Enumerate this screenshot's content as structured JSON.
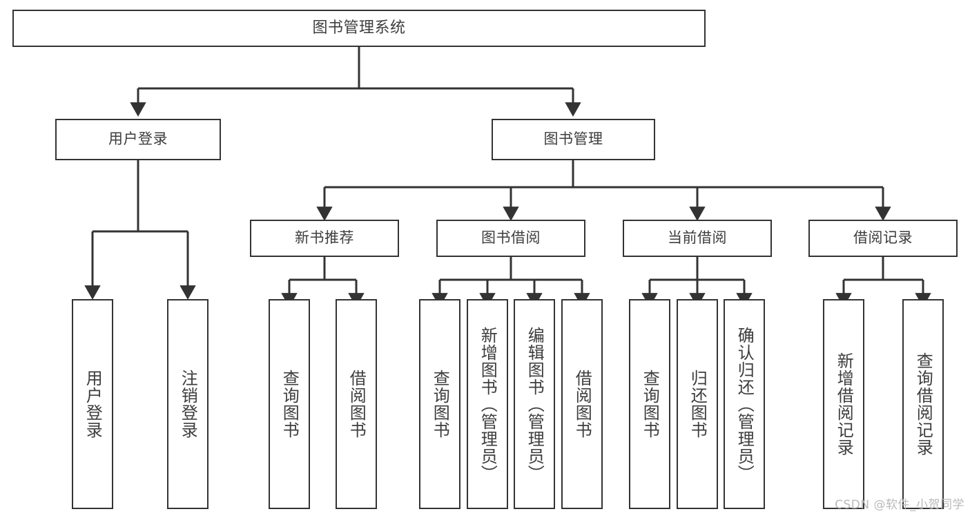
{
  "diagram": {
    "title": "图书管理系统",
    "type": "tree",
    "orientation": "top-down",
    "colors": {
      "box_border": "#333333",
      "box_fill": "#ffffff",
      "connector": "#333333",
      "text": "#3d3d3d",
      "watermark": "#b9b9b9",
      "background": "#ffffff"
    },
    "watermark": "CSDN @软件_小贺同学",
    "nodes": {
      "root": {
        "label": "图书管理系统"
      },
      "level2": [
        {
          "label": "用户登录"
        },
        {
          "label": "图书管理"
        }
      ],
      "level3": [
        {
          "label": "新书推荐"
        },
        {
          "label": "图书借阅"
        },
        {
          "label": "当前借阅"
        },
        {
          "label": "借阅记录"
        }
      ],
      "leaves_user_login": [
        {
          "label": "用户登录"
        },
        {
          "label": "注销登录"
        }
      ],
      "leaves_new_book": [
        {
          "label": "查询图书"
        },
        {
          "label": "借阅图书"
        }
      ],
      "leaves_borrow": [
        {
          "label": "查询图书"
        },
        {
          "label": "新增图书（管理员）"
        },
        {
          "label": "编辑图书（管理员）"
        },
        {
          "label": "借阅图书"
        }
      ],
      "leaves_current": [
        {
          "label": "查询图书"
        },
        {
          "label": "归还图书"
        },
        {
          "label": "确认归还（管理员）"
        }
      ],
      "leaves_record": [
        {
          "label": "新增借阅记录"
        },
        {
          "label": "查询借阅记录"
        }
      ]
    }
  }
}
